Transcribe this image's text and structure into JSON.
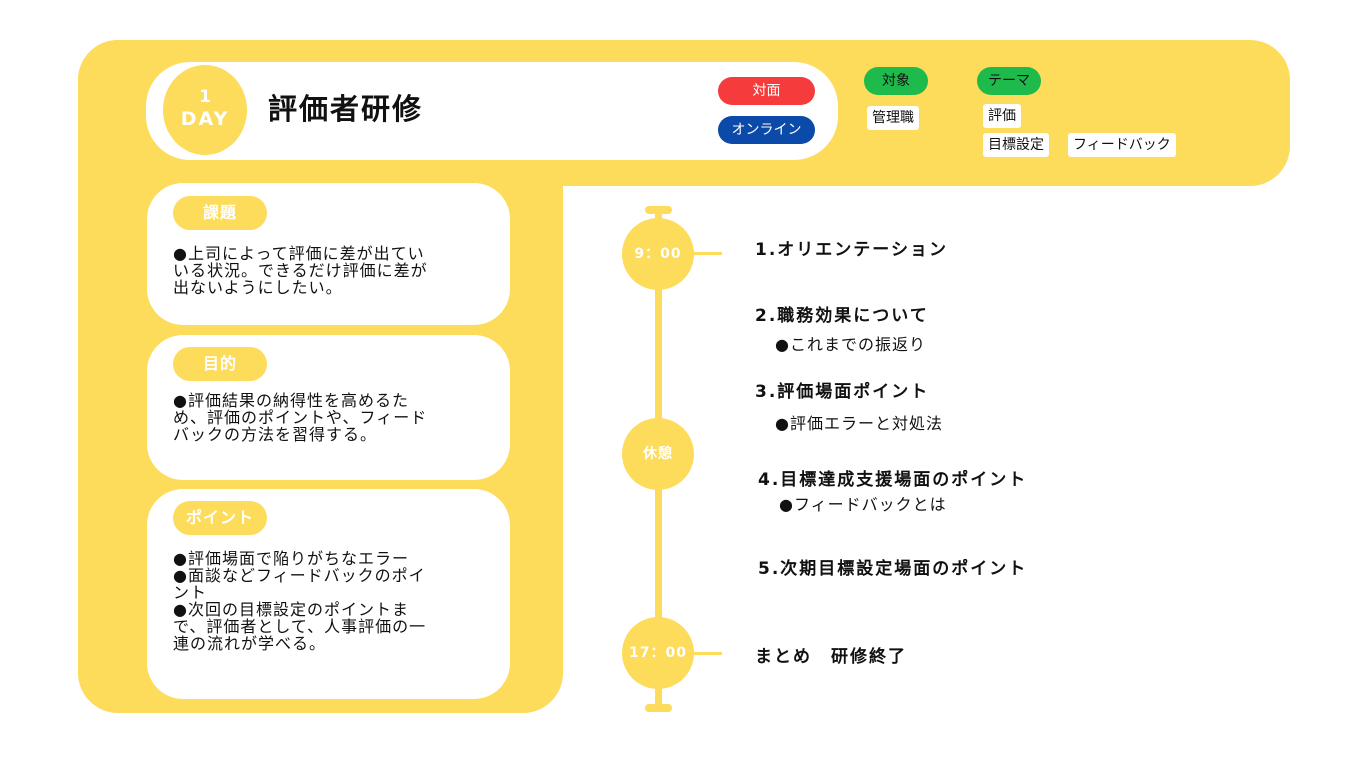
{
  "header": {
    "day_number": "1",
    "day_label": "DAY",
    "title": "評価者研修",
    "format_in_person": "対面",
    "format_online": "オンライン",
    "target_label": "対象",
    "target_value": "管理職",
    "theme_label": "テーマ",
    "themes": [
      "評価",
      "目標設定",
      "フィードバック"
    ]
  },
  "cards": {
    "issue": {
      "label": "課題",
      "lines": [
        "●上司によって評価に差が出てい",
        "いる状況。できるだけ評価に差が",
        "出ないようにしたい。"
      ]
    },
    "purpose": {
      "label": "目的",
      "lines": [
        "●評価結果の納得性を高めるた",
        "め、評価のポイントや、フィード",
        "バックの方法を習得する。"
      ]
    },
    "points": {
      "label": "ポイント",
      "lines": [
        "●評価場面で陥りがちなエラー",
        "●面談などフィードバックのポイ",
        "ント",
        "●次回の目標設定のポイントま",
        "で、評価者として、人事評価の一",
        "連の流れが学べる。"
      ]
    }
  },
  "timeline": {
    "start_time": "9：00",
    "break_label": "休憩",
    "end_time": "17：00"
  },
  "schedule": {
    "item1": "1.オリエンテーション",
    "item2": "2.職務効果について",
    "item2_sub": "●これまでの振返り",
    "item3": "3.評価場面ポイント",
    "item3_sub": "●評価エラーと対処法",
    "item4": "4.目標達成支援場面のポイント",
    "item4_sub": "●フィードバックとは",
    "item5": "5.次期目標設定場面のポイント",
    "closing": "まとめ　研修終了"
  },
  "colors": {
    "yellow": "#fddb5b",
    "red": "#f53b3b",
    "blue": "#0b4aa8",
    "green": "#1fba4c"
  }
}
